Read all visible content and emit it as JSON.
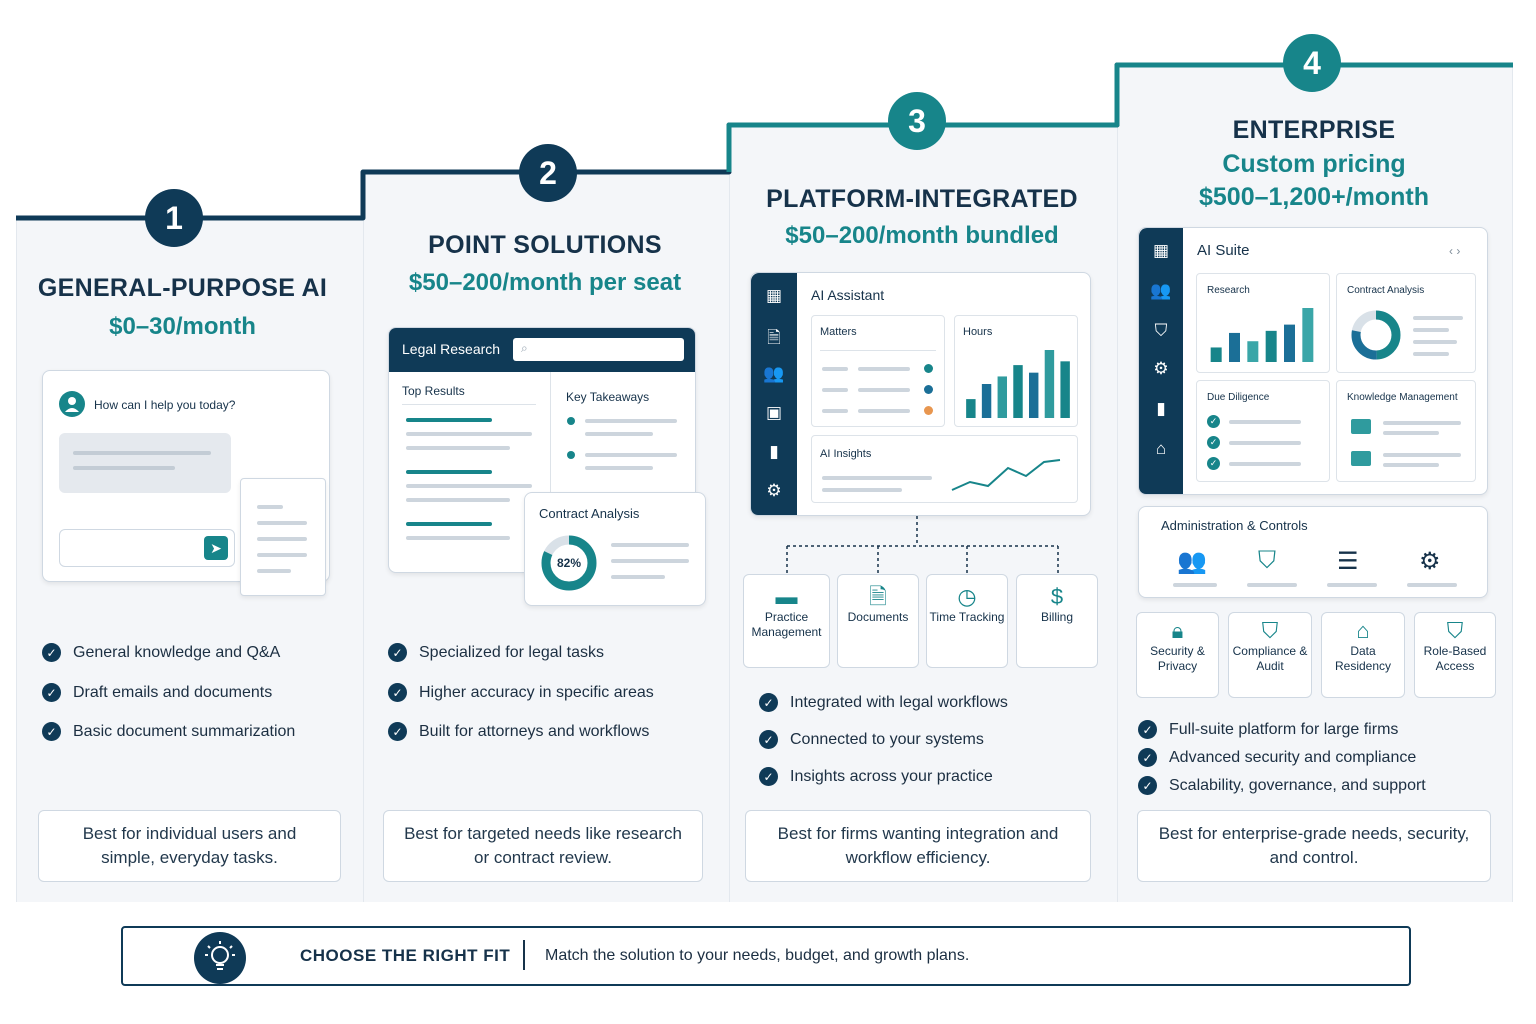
{
  "tiers": [
    {
      "number": "1",
      "title": "GENERAL-PURPOSE AI",
      "price": "$0–30/month",
      "chat_prompt": "How can I help you today?",
      "features": [
        "General knowledge and Q&A",
        "Draft emails and documents",
        "Basic document summarization"
      ],
      "best_for": "Best for individual users and simple, everyday tasks."
    },
    {
      "number": "2",
      "title": "POINT SOLUTIONS",
      "price": "$50–200/month per seat",
      "research_title": "Legal Research",
      "top_results": "Top Results",
      "key_takeaways": "Key Takeaways",
      "contract_title": "Contract Analysis",
      "contract_percent": "82%",
      "features": [
        "Specialized for legal tasks",
        "Higher accuracy in specific areas",
        "Built for attorneys and workflows"
      ],
      "best_for": "Best for targeted needs like research or contract review."
    },
    {
      "number": "3",
      "title": "PLATFORM-INTEGRATED",
      "price": "$50–200/month bundled",
      "assistant_title": "AI Assistant",
      "matters": "Matters",
      "hours": "Hours",
      "insights": "AI Insights",
      "modules": [
        "Practice Management",
        "Documents",
        "Time Tracking",
        "Billing"
      ],
      "features": [
        "Integrated with legal workflows",
        "Connected to your systems",
        "Insights across your practice"
      ],
      "best_for": "Best for firms wanting integration and workflow efficiency."
    },
    {
      "number": "4",
      "title": "ENTERPRISE",
      "price": "Custom pricing",
      "price2": "$500–1,200+/month",
      "suite_title": "AI Suite",
      "suite_panels": [
        "Research",
        "Contract Analysis",
        "Due Diligence",
        "Knowledge Management"
      ],
      "admin_title": "Administration & Controls",
      "modules": [
        "Security & Privacy",
        "Compliance & Audit",
        "Data Residency",
        "Role-Based Access"
      ],
      "features": [
        "Full-suite platform for large firms",
        "Advanced security and compliance",
        "Scalability, governance, and support"
      ],
      "best_for": "Best for enterprise-grade needs, security, and control."
    }
  ],
  "footer": {
    "heading": "CHOOSE THE RIGHT FIT",
    "text": "Match the solution to your needs, budget, and growth plans."
  },
  "chart_hours": [
    10,
    18,
    22,
    28,
    24,
    36,
    30
  ],
  "chart_research": [
    14,
    28,
    20,
    30,
    36,
    52
  ],
  "donut_fraction": 0.82,
  "colors": {
    "navy": "#0f3a57",
    "teal": "#17858a",
    "orange": "#e8964f"
  }
}
